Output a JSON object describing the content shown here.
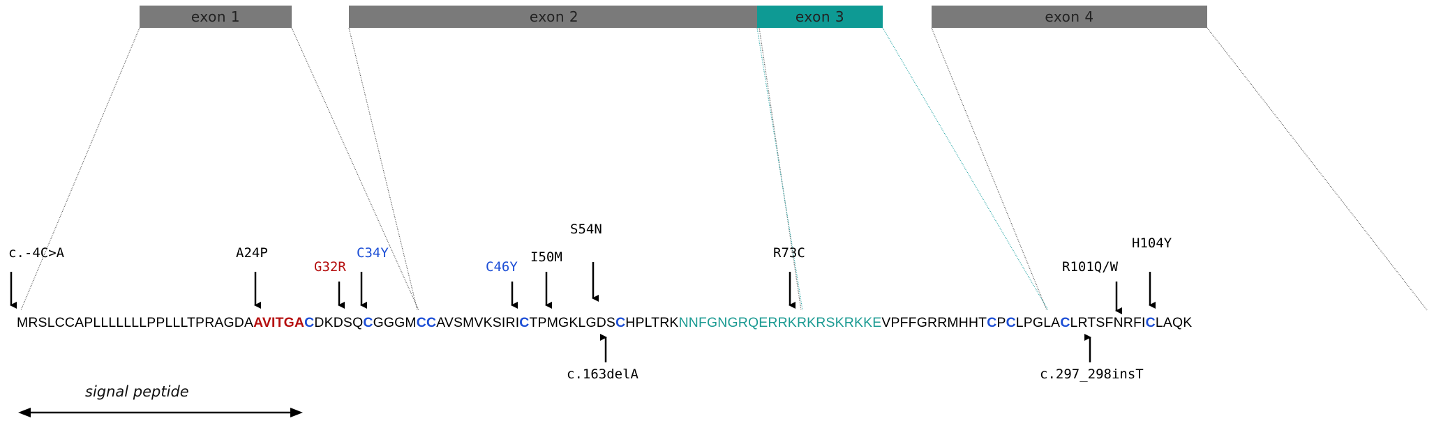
{
  "colors": {
    "exon_grey": "#7a7a7a",
    "exon3_teal": "#0e9a94",
    "seq_default": "#000000",
    "seq_red": "#b50f0f",
    "seq_blue": "#1d4fd6",
    "seq_teal": "#1a9a92",
    "connector_grey": "#555555",
    "connector_teal": "#2aa7a7"
  },
  "exons": [
    {
      "label": "exon 1",
      "style": "grey"
    },
    {
      "label": "exon 2",
      "style": "grey"
    },
    {
      "label": "exon 3",
      "style": "teal"
    },
    {
      "label": "exon 4",
      "style": "grey"
    }
  ],
  "sequence_segments": [
    {
      "text": "MRSLCCAPLLLLLLLPPLLLTPRAGDA",
      "color": "default",
      "bold": false
    },
    {
      "text": "AVITGA",
      "color": "red",
      "bold": true
    },
    {
      "text": "C",
      "color": "blue",
      "bold": true
    },
    {
      "text": "DKDSQ",
      "color": "default",
      "bold": false
    },
    {
      "text": "C",
      "color": "blue",
      "bold": true
    },
    {
      "text": "GGGM",
      "color": "default",
      "bold": false
    },
    {
      "text": "CC",
      "color": "blue",
      "bold": true
    },
    {
      "text": "AVSMVKSIRI",
      "color": "default",
      "bold": false
    },
    {
      "text": "C",
      "color": "blue",
      "bold": true
    },
    {
      "text": "TPMGKLGDS",
      "color": "default",
      "bold": false
    },
    {
      "text": "C",
      "color": "blue",
      "bold": true
    },
    {
      "text": "HPLTRK",
      "color": "default",
      "bold": false
    },
    {
      "text": "NNFGNGRQERRKRKRSKRKKE",
      "color": "teal",
      "bold": false
    },
    {
      "text": "VPFFGRRMHHT",
      "color": "default",
      "bold": false
    },
    {
      "text": "C",
      "color": "blue",
      "bold": true
    },
    {
      "text": "P",
      "color": "default",
      "bold": false
    },
    {
      "text": "C",
      "color": "blue",
      "bold": true
    },
    {
      "text": "LPGLA",
      "color": "default",
      "bold": false
    },
    {
      "text": "C",
      "color": "blue",
      "bold": true
    },
    {
      "text": "LRTSFNRFI",
      "color": "default",
      "bold": false
    },
    {
      "text": "C",
      "color": "blue",
      "bold": true
    },
    {
      "text": "LAQK",
      "color": "default",
      "bold": false
    }
  ],
  "mutations": [
    {
      "label": "c.-4C>A",
      "color": "default"
    },
    {
      "label": "A24P",
      "color": "default"
    },
    {
      "label": "G32R",
      "color": "red"
    },
    {
      "label": "C34Y",
      "color": "blue"
    },
    {
      "label": "C46Y",
      "color": "blue"
    },
    {
      "label": "I50M",
      "color": "default"
    },
    {
      "label": "S54N",
      "color": "default"
    },
    {
      "label": "R73C",
      "color": "default"
    },
    {
      "label": "R101Q/W",
      "color": "default"
    },
    {
      "label": "H104Y",
      "color": "default"
    },
    {
      "label": "c.163delA",
      "color": "default"
    },
    {
      "label": "c.297_298insT",
      "color": "default"
    }
  ],
  "signal_peptide_label": "signal peptide"
}
